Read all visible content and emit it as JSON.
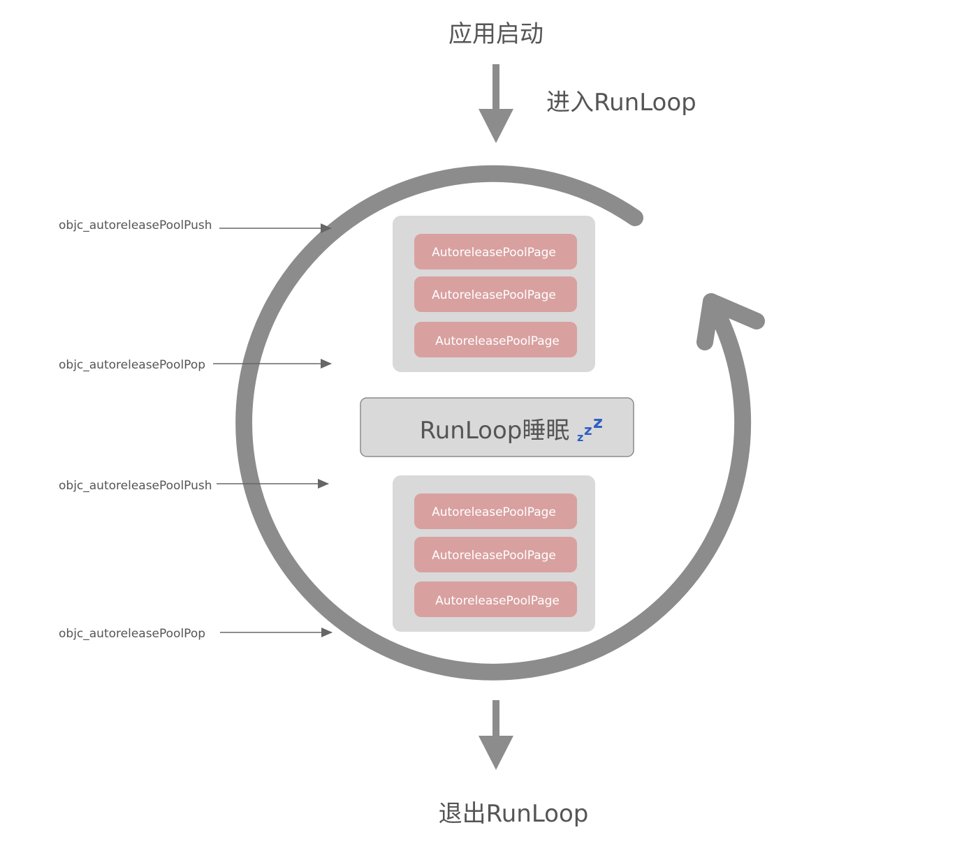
{
  "app_start": "应用启动",
  "enter_runloop": "进入RunLoop",
  "exit_runloop": "退出RunLoop",
  "runloop_sleep": "RunLoop睡眠",
  "sleep_icon": "zzz-sleep-icon",
  "side_labels": {
    "push_1": "objc_autoreleasePoolPush",
    "pop_1": "objc_autoreleasePoolPop",
    "push_2": "objc_autoreleasePoolPush",
    "pop_2": "objc_autoreleasePoolPop"
  },
  "top_pool": {
    "pages": [
      "AutoreleasePoolPage",
      "AutoreleasePoolPage",
      "AutoreleasePoolPage"
    ]
  },
  "bottom_pool": {
    "pages": [
      "AutoreleasePoolPage",
      "AutoreleasePoolPage",
      "AutoreleasePoolPage"
    ]
  },
  "colors": {
    "arrow_gray": "#8c8c8c",
    "pool_background": "#d9d9d9",
    "page_fill": "#d9a0a0",
    "sleep_box_fill": "#d9d9d9",
    "sleep_box_border": "#8a8a8a",
    "zzz_blue": "#2f5fc4"
  }
}
